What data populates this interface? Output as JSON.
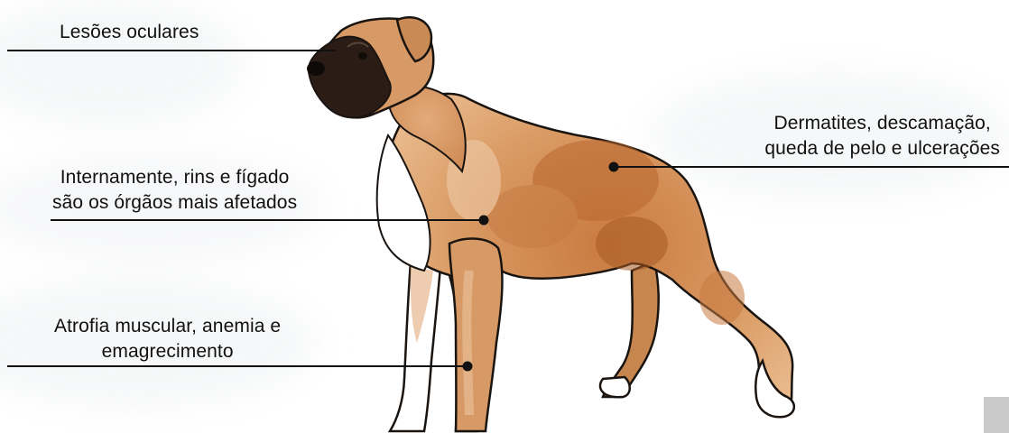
{
  "labels": {
    "eyes": {
      "lines": [
        "Lesões oculares"
      ]
    },
    "skin": {
      "lines": [
        "Dermatites, descamação,",
        "queda de pelo e ulcerações"
      ]
    },
    "organs": {
      "lines": [
        "Internamente, rins e fígado",
        "são os órgãos mais afetados"
      ]
    },
    "muscle": {
      "lines": [
        "Atrofia muscular, anemia e",
        "emagrecimento"
      ]
    }
  },
  "colors": {
    "coat": "#d4955f",
    "coat_shadow": "#b86a33",
    "coat_light": "#ecc9a6",
    "muzzle": "#2b1d16",
    "white_fur": "#ffffff",
    "outline": "#1a1410",
    "leader_line": "#111111"
  }
}
